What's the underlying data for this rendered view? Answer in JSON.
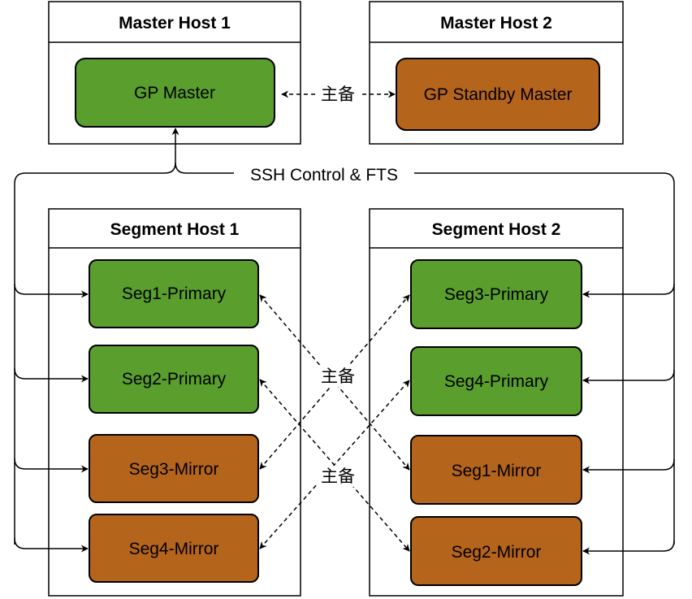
{
  "colors": {
    "primary_fill": "#5a9e2e",
    "mirror_fill": "#b5641b",
    "stroke": "#000000"
  },
  "hosts": {
    "master1": {
      "title": "Master Host 1"
    },
    "master2": {
      "title": "Master Host 2"
    },
    "segment1": {
      "title": "Segment Host 1"
    },
    "segment2": {
      "title": "Segment Host 2"
    }
  },
  "nodes": {
    "gp_master": "GP Master",
    "gp_standby": "GP Standby Master",
    "s1_seg1_primary": "Seg1-Primary",
    "s1_seg2_primary": "Seg2-Primary",
    "s1_seg3_mirror": "Seg3-Mirror",
    "s1_seg4_mirror": "Seg4-Mirror",
    "s2_seg3_primary": "Seg3-Primary",
    "s2_seg4_primary": "Seg4-Primary",
    "s2_seg1_mirror": "Seg1-Mirror",
    "s2_seg2_mirror": "Seg2-Mirror"
  },
  "edges": {
    "master_standby_label": "主备",
    "control_label": "SSH Control & FTS",
    "mirror_label_upper": "主备",
    "mirror_label_lower": "主备"
  }
}
